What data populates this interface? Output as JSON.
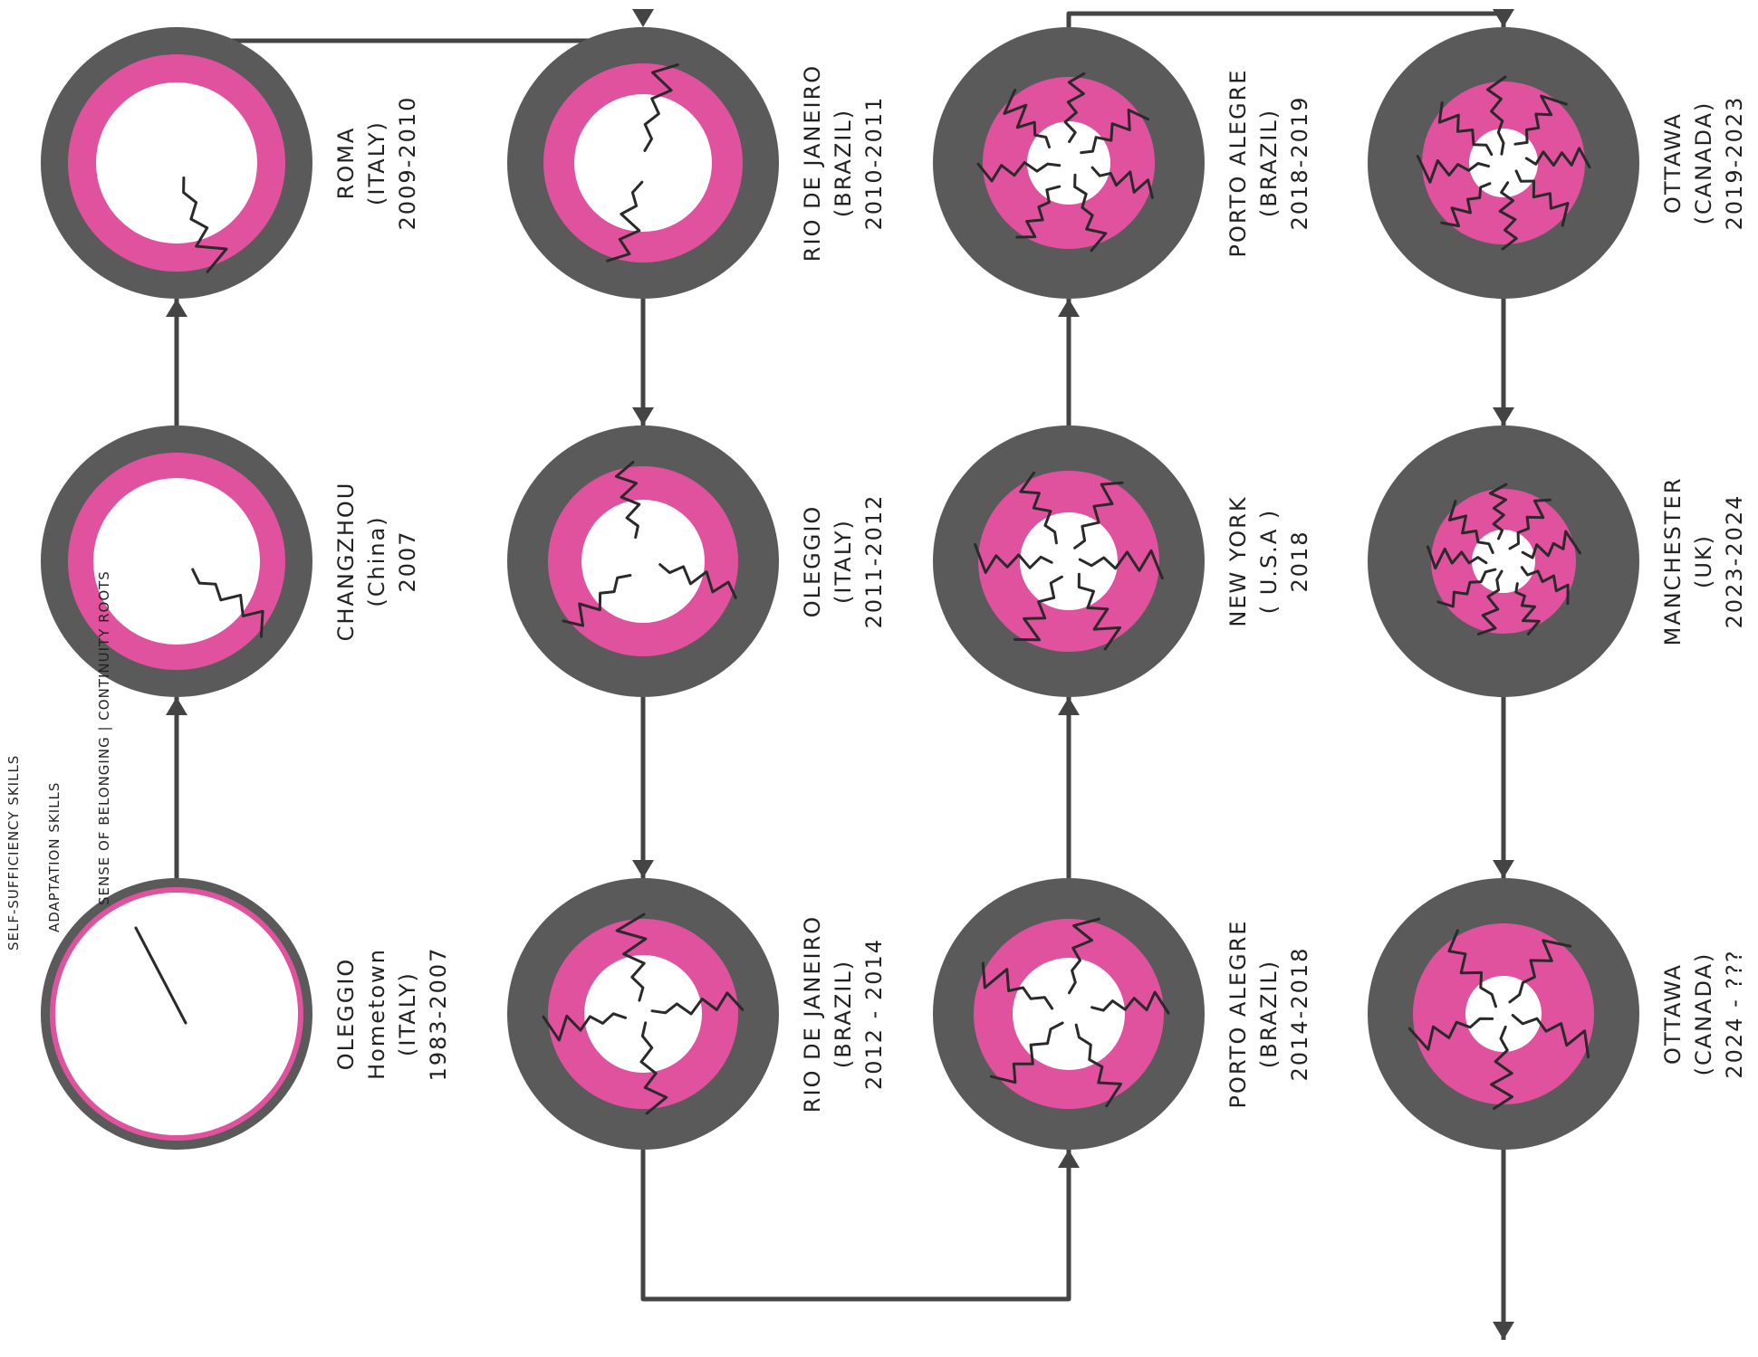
{
  "colors": {
    "ring_outer": "#5a5a5a",
    "ring_inner": "#e0529e",
    "core": "#ffffff",
    "ink": "#2a2a2a"
  },
  "legend": {
    "self_sufficiency": "SELF-SUFFICIENCY SKILLS",
    "adaptation": "ADAPTATION SKILLS",
    "belonging": "SENSE OF BELONGING | CONTINUITY ROOTS"
  },
  "stages": [
    {
      "city": "OLEGGIO",
      "note": "Hometown",
      "country": "(ITALY)",
      "years": "1983-2007",
      "cracks": 0
    },
    {
      "city": "CHANGZHOU",
      "note": "",
      "country": "(China)",
      "years": "2007",
      "cracks": 1
    },
    {
      "city": "ROMA",
      "note": "",
      "country": "(ITALY)",
      "years": "2009-2010",
      "cracks": 1
    },
    {
      "city": "RIO DE JANEIRO",
      "note": "",
      "country": "(BRAZIL)",
      "years": "2010-2011",
      "cracks": 2
    },
    {
      "city": "OLEGGIO",
      "note": "",
      "country": "(ITALY)",
      "years": "2011-2012",
      "cracks": 3
    },
    {
      "city": "RIO DE JANEIRO",
      "note": "",
      "country": "(BRAZIL)",
      "years": "2012 - 2014",
      "cracks": 4
    },
    {
      "city": "PORTO ALEGRE",
      "note": "",
      "country": "(BRAZIL)",
      "years": "2014-2018",
      "cracks": 5
    },
    {
      "city": "NEW YORK",
      "note": "",
      "country": "( U.S.A )",
      "years": "2018",
      "cracks": 6
    },
    {
      "city": "PORTO ALEGRE",
      "note": "",
      "country": "(BRAZIL)",
      "years": "2018-2019",
      "cracks": 7
    },
    {
      "city": "OTTAWA",
      "note": "",
      "country": "(CANADA)",
      "years": "2019-2023",
      "cracks": 8
    },
    {
      "city": "MANCHESTER",
      "note": "",
      "country": "(UK)",
      "years": "2023-2024",
      "cracks": 9
    },
    {
      "city": "OTTAWA",
      "note": "",
      "country": "(CANADA)",
      "years": "2024 - ???",
      "cracks": 5
    }
  ]
}
